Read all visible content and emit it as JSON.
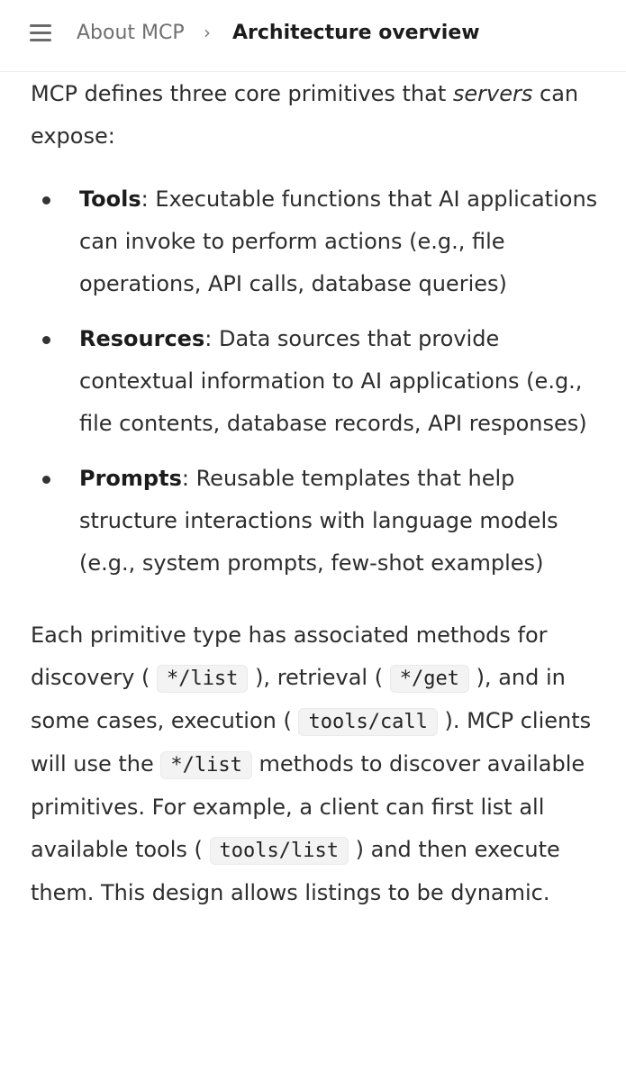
{
  "breadcrumb": {
    "root": "About MCP",
    "separator": "›",
    "current": "Architecture overview"
  },
  "intro": {
    "before": "MCP defines three core primitives that ",
    "emphasis": "servers",
    "after": " can expose:"
  },
  "primitives": [
    {
      "name": "Tools",
      "description": ": Executable functions that AI applications can invoke to perform actions (e.g., file operations, API calls, database queries)"
    },
    {
      "name": "Resources",
      "description": ": Data sources that provide contextual information to AI applications (e.g., file contents, database records, API responses)"
    },
    {
      "name": "Prompts",
      "description": ": Reusable templates that help structure interactions with language models (e.g., system prompts, few-shot examples)"
    }
  ],
  "methods_paragraph": {
    "t1": "Each primitive type has associated methods for discovery ( ",
    "c1": "*/list",
    "t2": " ), retrieval ( ",
    "c2": "*/get",
    "t3": " ), and in some cases, execution ( ",
    "c3": "tools/call",
    "t4": " ). MCP clients will use the ",
    "c4": "*/list",
    "t5": " methods to discover available primitives. For example, a client can first list all available tools ( ",
    "c5": "tools/list",
    "t6": " ) and then execute them. This design allows listings to be dynamic."
  },
  "icons": {
    "menu": "hamburger-menu-icon",
    "breadcrumb_separator": "chevron-right-icon"
  }
}
